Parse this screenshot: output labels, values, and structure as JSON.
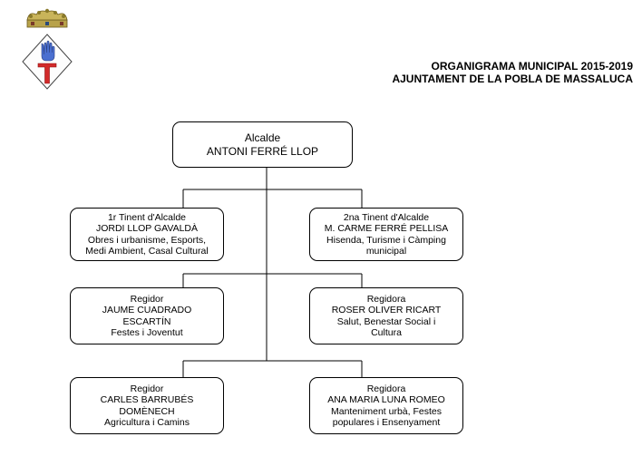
{
  "header": {
    "line1": "ORGANIGRAMA MUNICIPAL 2015-2019",
    "line2": "AJUNTAMENT DE LA POBLA DE MASSALUCA"
  },
  "mayor": {
    "role": "Alcalde",
    "name": "ANTONI FERRÉ LLOP"
  },
  "left": [
    {
      "role": "1r Tinent d'Alcalde",
      "name": "JORDI LLOP GAVALDÀ",
      "area_lines": [
        "Obres i urbanisme, Esports,",
        "Medi Ambient, Casal Cultural"
      ]
    },
    {
      "role": "Regidor",
      "name_lines": [
        "JAUME CUADRADO",
        "ESCARTÍN"
      ],
      "area_lines": [
        "Festes i Joventut"
      ]
    },
    {
      "role": "Regidor",
      "name_lines": [
        "CARLES BARRUBÉS",
        "DOMÈNECH"
      ],
      "area_lines": [
        "Agricultura i Camins"
      ]
    }
  ],
  "right": [
    {
      "role": "2na Tinent d'Alcalde",
      "name": "M. CARME FERRÉ PELLISA",
      "area_lines": [
        "Hisenda, Turisme i Càmping",
        "municipal"
      ]
    },
    {
      "role": "Regidora",
      "name": "ROSER OLIVER RICART",
      "area_lines": [
        "Salut, Benestar Social i",
        "Cultura"
      ]
    },
    {
      "role": "Regidora",
      "name": "ANA MARIA LUNA ROMEO",
      "area_lines": [
        "Manteniment urbà, Festes",
        "populares i Ensenyament"
      ]
    }
  ]
}
